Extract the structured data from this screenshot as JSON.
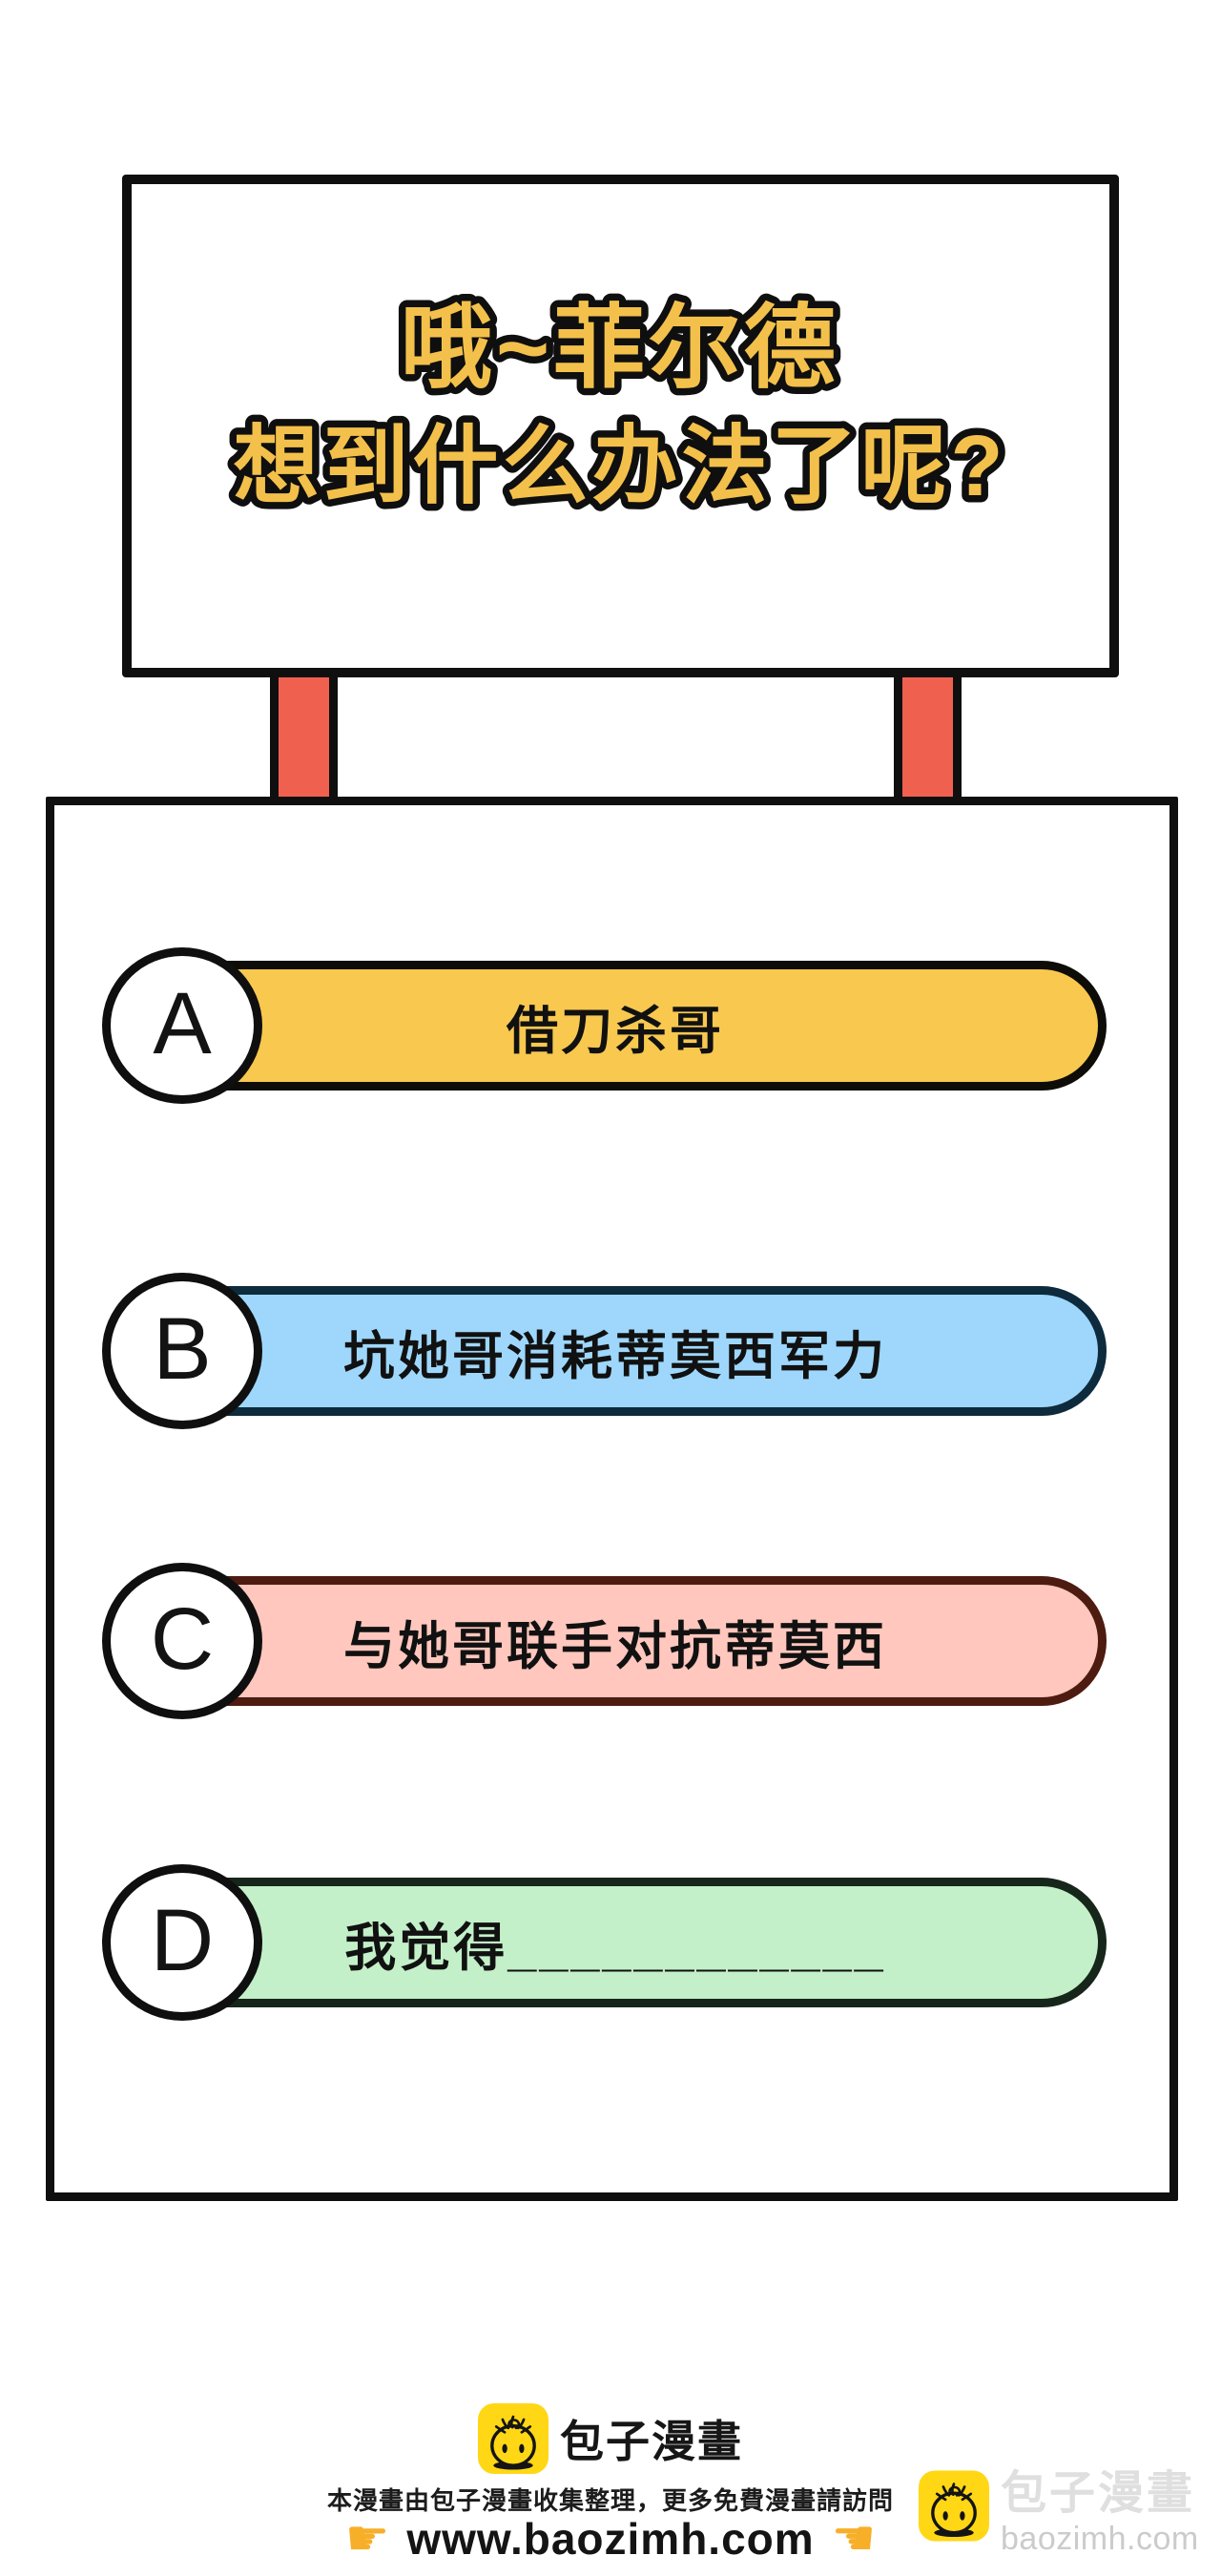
{
  "colors": {
    "ink": "#0F0F0F",
    "post-red": "#F0604F",
    "title-yellow": "#F3C14B",
    "logo-yellow": "#FFD715",
    "hand-yellow": "#F7AF29",
    "watermark-brand": "#DFDFDF",
    "watermark-domain": "#CBCBCB"
  },
  "sign": {
    "line1": "哦~菲尔德",
    "line2": "想到什么办法了呢?"
  },
  "quiz": {
    "options": [
      {
        "letter": "A",
        "label": "借刀杀哥",
        "fill": "#F8C84F",
        "border": "#0D0C08"
      },
      {
        "letter": "B",
        "label": "坑她哥消耗蒂莫西军力",
        "fill": "#9ED7FB",
        "border": "#0D2B3D"
      },
      {
        "letter": "C",
        "label": "与她哥联手对抗蒂莫西",
        "fill": "#FFC7BD",
        "border": "#4E1B10"
      },
      {
        "letter": "D",
        "label": "我觉得____________",
        "fill": "#C3F0C8",
        "border": "#16261A"
      }
    ]
  },
  "footer": {
    "brand": "包子漫畫",
    "notice": "本漫畫由包子漫畫收集整理，更多免費漫畫請訪問",
    "hand_right_glyph": "☛",
    "url": "www.baozimh.com",
    "hand_left_glyph": "☚"
  },
  "watermark": {
    "brand": "包子漫畫",
    "domain": "baozimh.com"
  }
}
